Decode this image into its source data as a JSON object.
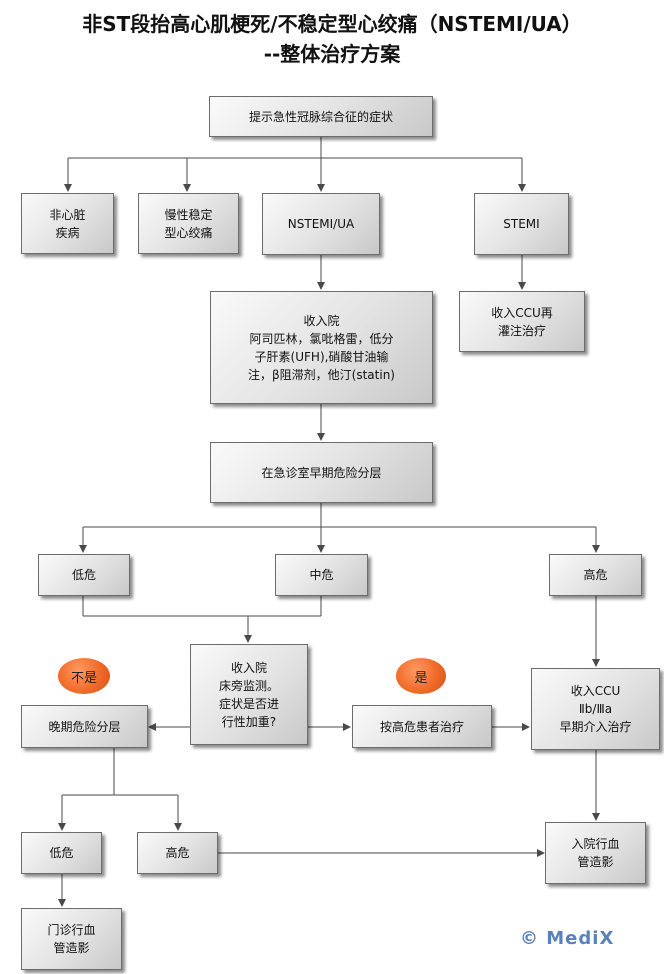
{
  "title": {
    "line1": "非ST段抬高心肌梗死/不稳定型心绞痛（NSTEMI/UA）",
    "line2": "--整体治疗方案"
  },
  "nodes": {
    "acs_symptoms": "提示急性冠脉综合征的症状",
    "non_cardiac": "非心脏\n疾病",
    "chronic_stable": "慢性稳定\n型心绞痛",
    "nstemi_ua": "NSTEMI/UA",
    "stemi": "STEMI",
    "ccu_reperfusion": "收入CCU再\n灌注治疗",
    "admit_meds": "收入院\n阿司匹林，氯吡格雷，低分\n子肝素(UFH),硝酸甘油输\n注，β阻滞剂，他汀(statin)",
    "er_risk": "在急诊室早期危险分层",
    "low_risk": "低危",
    "mid_risk": "中危",
    "high_risk": "高危",
    "admit_monitor": "收入院\n床旁监测。\n症状是否进\n行性加重?",
    "late_risk": "晚期危险分层",
    "treat_high": "按高危患者治疗",
    "ccu_early": "收入CCU\nⅡb/Ⅲa\n早期介入治疗",
    "late_low": "低危",
    "late_high": "高危",
    "inpatient_angio": "入院行血\n管造影",
    "outpatient_angio": "门诊行血\n管造影"
  },
  "labels": {
    "no": "不是",
    "yes": "是"
  },
  "logo": "© MediX",
  "colors": {
    "line": "#4a4a4a",
    "box_border": "#6c6c6c",
    "pill": "#f06a28",
    "logo": "#5b82b8"
  }
}
